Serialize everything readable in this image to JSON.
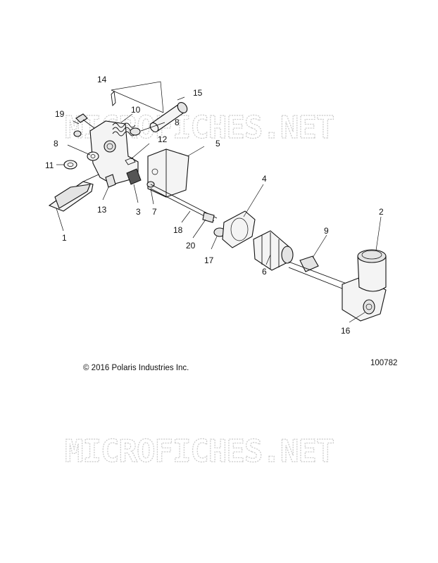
{
  "watermark": "MICROFICHES.NET",
  "copyright": "© 2016 Polaris Industries Inc.",
  "diagram_id": "100782",
  "callouts": [
    {
      "id": "c1",
      "label": "1"
    },
    {
      "id": "c2",
      "label": "2"
    },
    {
      "id": "c3",
      "label": "3"
    },
    {
      "id": "c4",
      "label": "4"
    },
    {
      "id": "c5",
      "label": "5"
    },
    {
      "id": "c6",
      "label": "6"
    },
    {
      "id": "c7",
      "label": "7"
    },
    {
      "id": "c8a",
      "label": "8"
    },
    {
      "id": "c8b",
      "label": "8"
    },
    {
      "id": "c9",
      "label": "9"
    },
    {
      "id": "c10",
      "label": "10"
    },
    {
      "id": "c11",
      "label": "11"
    },
    {
      "id": "c12",
      "label": "12"
    },
    {
      "id": "c13",
      "label": "13"
    },
    {
      "id": "c14",
      "label": "14"
    },
    {
      "id": "c15",
      "label": "15"
    },
    {
      "id": "c16",
      "label": "16"
    },
    {
      "id": "c17",
      "label": "17"
    },
    {
      "id": "c18",
      "label": "18"
    },
    {
      "id": "c19",
      "label": "19"
    },
    {
      "id": "c20",
      "label": "20"
    }
  ]
}
